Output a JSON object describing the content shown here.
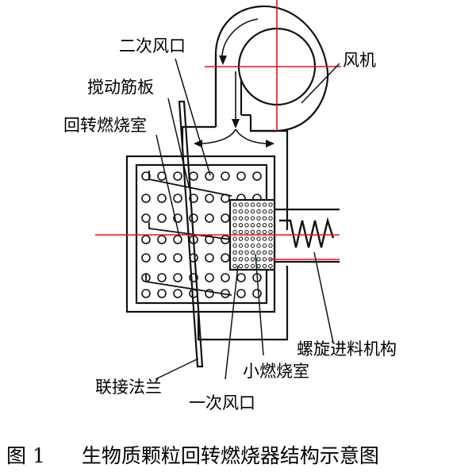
{
  "labels": {
    "secondary_air_inlet": "二次风口",
    "fan": "风机",
    "stirring_rib": "搅动筋板",
    "rotary_chamber": "回转燃烧室",
    "screw_feeder": "螺旋进料机构",
    "small_chamber": "小燃烧室",
    "flange": "联接法兰",
    "primary_air_inlet": "一次风口"
  },
  "caption": {
    "number": "图 1",
    "text": "生物质颗粒回转燃烧器结构示意图"
  },
  "colors": {
    "line": "#111111",
    "centerline": "#e8101a",
    "background": "#ffffff"
  }
}
